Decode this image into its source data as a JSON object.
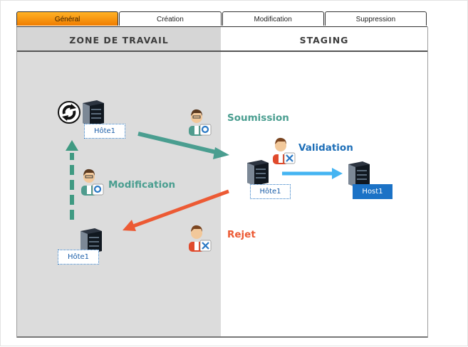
{
  "tabs": [
    {
      "label": "Général",
      "active": true
    },
    {
      "label": "Création",
      "active": false
    },
    {
      "label": "Modification",
      "active": false
    },
    {
      "label": "Suppression",
      "active": false
    }
  ],
  "zones": {
    "left_title": "ZONE DE TRAVAIL",
    "right_title": "STAGING"
  },
  "hosts": {
    "top_left": "Hôte1",
    "bottom_left": "Hôte1",
    "staging": "Hôte1",
    "final": "Host1"
  },
  "labels": {
    "soumission": "Soumission",
    "validation": "Validation",
    "modification": "Modification",
    "rejet": "Rejet"
  },
  "colors": {
    "tab_active": "#f59a0c",
    "submission_arrow": "#4a9e90",
    "validation_arrow": "#44b4f2",
    "reject_arrow": "#ec5a34",
    "modification_arrow": "#3f9a82",
    "host_final_bg": "#1b72c6"
  },
  "icons": {
    "server": "server-icon",
    "sync": "sync-icon",
    "user_gear": "user-gear-icon",
    "user_tools": "user-tools-icon"
  }
}
